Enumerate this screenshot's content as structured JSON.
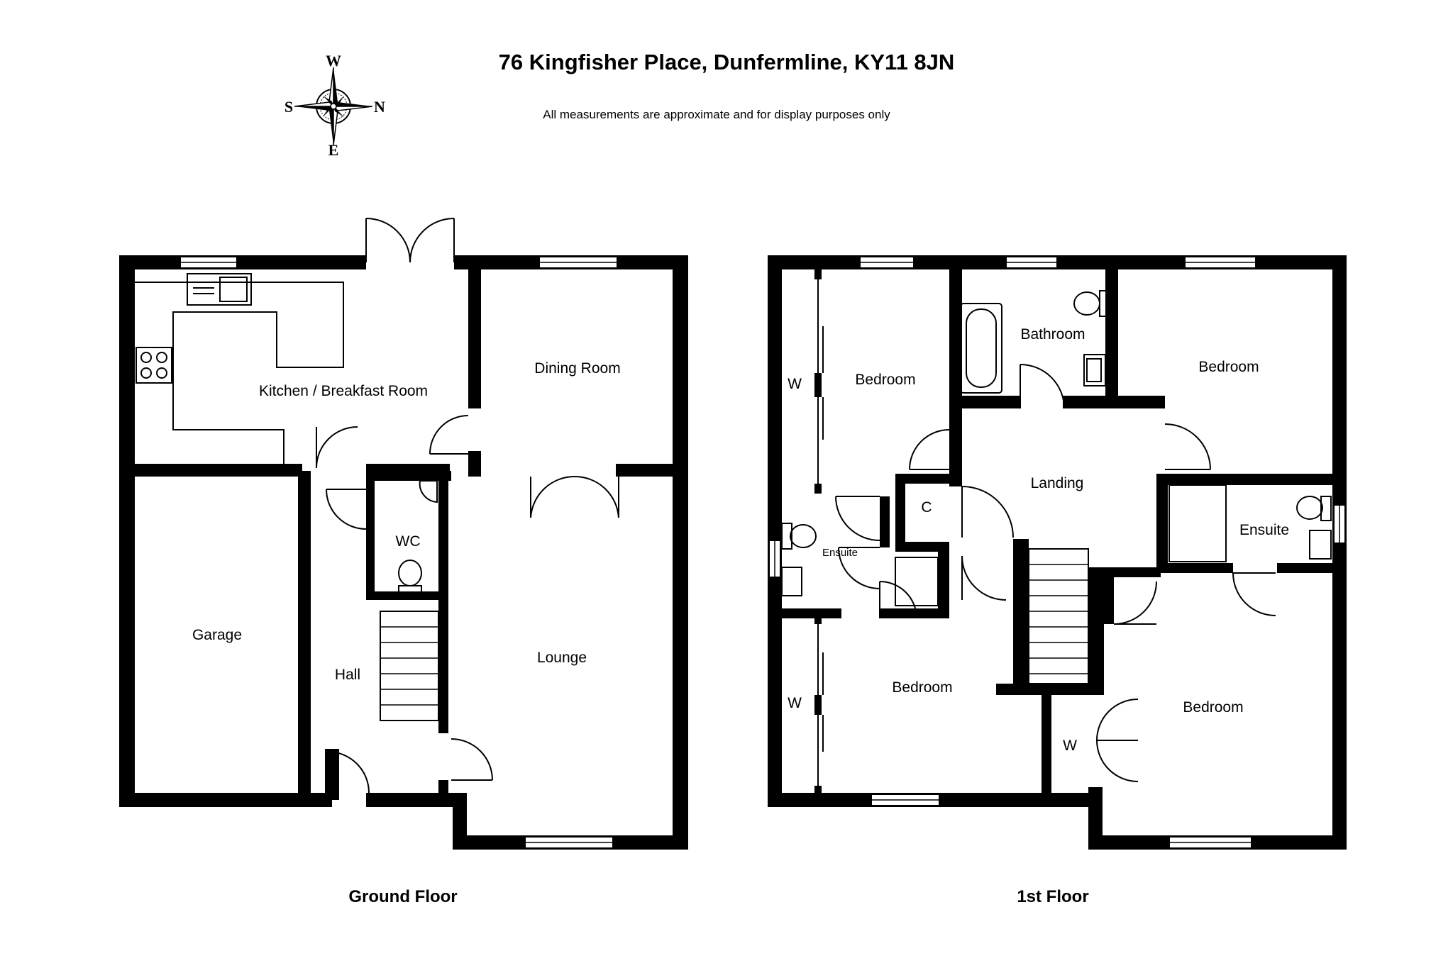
{
  "header": {
    "title": "76 Kingfisher Place, Dunfermline, KY11 8JN",
    "subtitle": "All measurements are approximate and for display purposes only"
  },
  "compass": {
    "top": "W",
    "left": "S",
    "right": "N",
    "bottom": "E"
  },
  "ground_floor": {
    "label": "Ground Floor",
    "rooms": {
      "kitchen": "Kitchen / Breakfast Room",
      "dining": "Dining Room",
      "wc": "WC",
      "garage": "Garage",
      "hall": "Hall",
      "lounge": "Lounge"
    }
  },
  "first_floor": {
    "label": "1st Floor",
    "rooms": {
      "bedroom_nw": "Bedroom",
      "bathroom": "Bathroom",
      "bedroom_ne": "Bedroom",
      "landing": "Landing",
      "cupboard": "C",
      "ensuite_w": "Ensuite",
      "ensuite_e": "Ensuite",
      "bedroom_sw": "Bedroom",
      "bedroom_se": "Bedroom",
      "wardrobe_1": "W",
      "wardrobe_2": "W",
      "wardrobe_3": "W"
    }
  }
}
